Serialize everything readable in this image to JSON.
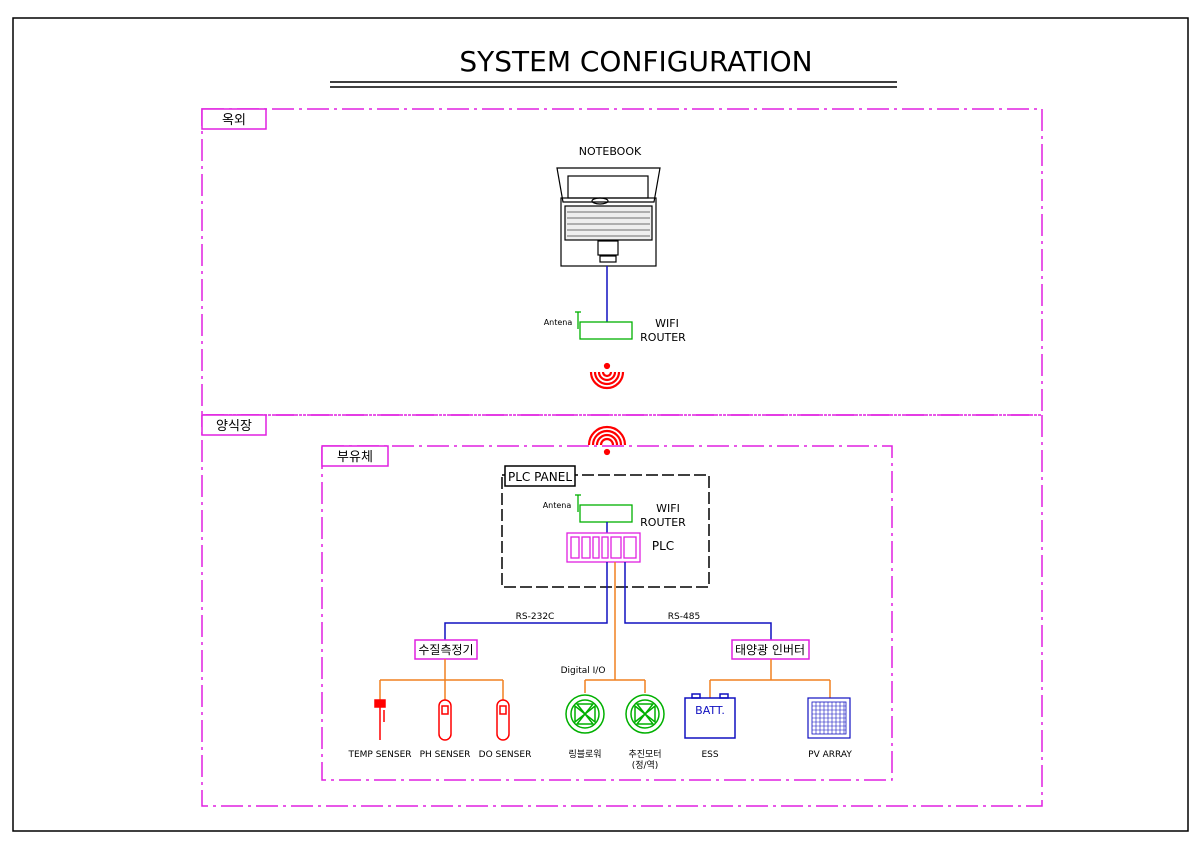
{
  "title": "SYSTEM CONFIGURATION",
  "zones": {
    "outdoor": "옥외",
    "farm": "양식장",
    "float": "부유체"
  },
  "plc_panel": "PLC PANEL",
  "devices": {
    "notebook": "NOTEBOOK",
    "antenna_top": "Antena",
    "router_top_1": "WIFI",
    "router_top_2": "ROUTER",
    "antenna_panel": "Antena",
    "router_panel_1": "WIFI",
    "router_panel_2": "ROUTER",
    "plc": "PLC"
  },
  "links": {
    "rs232": "RS-232C",
    "rs485": "RS-485",
    "dio": "Digital I/O"
  },
  "groups": {
    "water_meter": "수질측정기",
    "inverter": "태양광 인버터"
  },
  "leaves": {
    "temp": "TEMP SENSER",
    "ph": "PH SENSER",
    "do": "DO SENSER",
    "blower": "링블로워",
    "motor_1": "추진모터",
    "motor_2": "(정/역)",
    "batt": "BATT.",
    "ess": "ESS",
    "pv": "PV ARRAY"
  },
  "colors": {
    "zone": "#e020e0",
    "network": "#1010c0",
    "signal": "#f08020",
    "wireless": "#ff0000",
    "router": "#00b000"
  }
}
